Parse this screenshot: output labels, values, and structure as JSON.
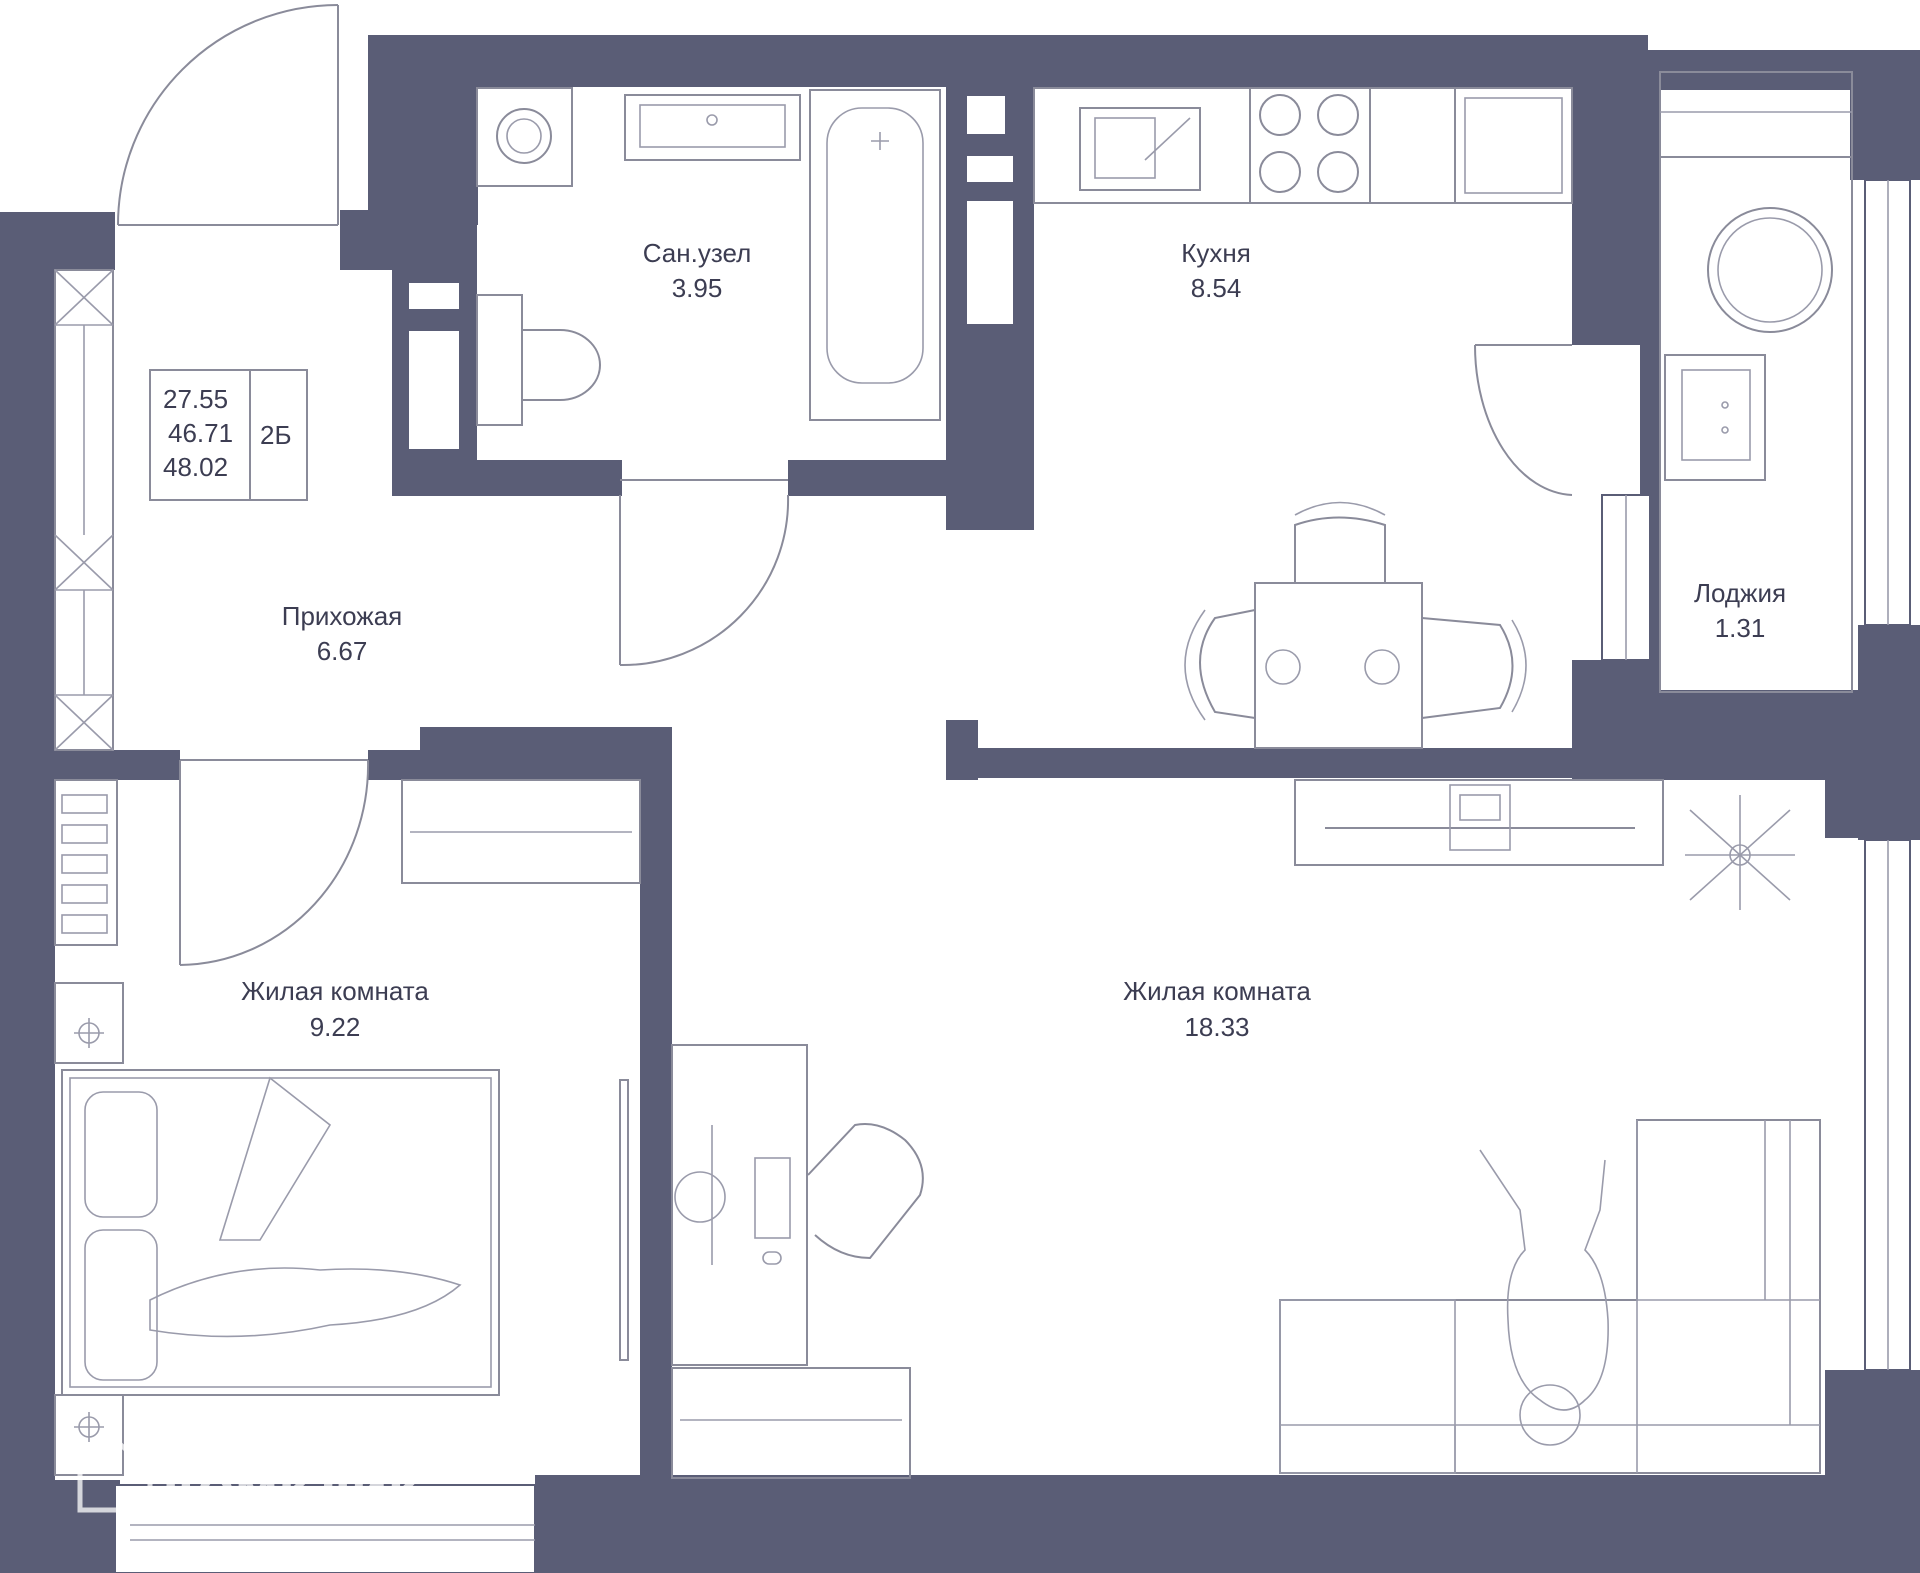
{
  "rooms": {
    "bathroom": {
      "name": "Сан.узел",
      "area": "3.95"
    },
    "kitchen": {
      "name": "Кухня",
      "area": "8.54"
    },
    "hallway": {
      "name": "Прихожая",
      "area": "6.67"
    },
    "loggia": {
      "name": "Лоджия",
      "area": "1.31"
    },
    "bedroom": {
      "name": "Жилая комната",
      "area": "9.22"
    },
    "living": {
      "name": "Жилая комната",
      "area": "18.33"
    }
  },
  "info_box": {
    "living_area": "27.55",
    "total_area": "46.71",
    "total_with_loggia": "48.02",
    "unit_type": "2Б"
  },
  "watermark": "ДОМКЛИК",
  "colors": {
    "wall": "#5a5d76",
    "furniture_line": "#8a8b9a",
    "background": "#ffffff"
  }
}
